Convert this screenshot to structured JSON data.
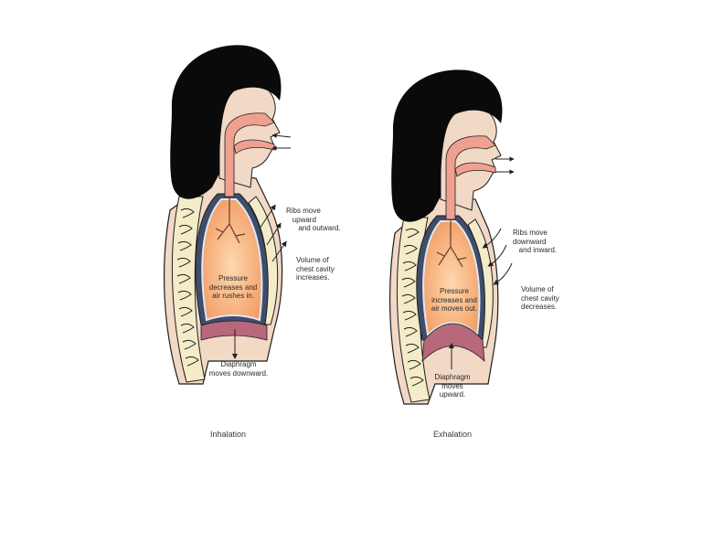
{
  "diagrams": [
    {
      "id": "inhalation",
      "caption": "Inhalation",
      "labels": {
        "ribs": "Ribs move\n   upward\n      and outward.",
        "volume": "Volume of\nchest cavity\nincreases.",
        "pressure": "Pressure\ndecreases and\nair rushes in.",
        "diaphragm": "Diaphragm\nmoves downward."
      }
    },
    {
      "id": "exhalation",
      "caption": "Exhalation",
      "labels": {
        "ribs": "Ribs move\ndownward\n   and inward.",
        "volume": "Volume of\nchest cavity\ndecreases.",
        "pressure": "Pressure\nincreases and\nair moves out.",
        "diaphragm": "Diaphragm\nmoves\nupward."
      }
    }
  ],
  "colors": {
    "hair": "#0a0a0a",
    "skin": "#f1d9c6",
    "airway": "#f0a08f",
    "lung_center": "#fbc79b",
    "lung_edge": "#f3a571",
    "pleura": "#3e4d6b",
    "ribs": "#f4ecc8",
    "diaphragm": "#b7687a",
    "outline": "#1e1e1e",
    "text": "#2a2a2a"
  }
}
